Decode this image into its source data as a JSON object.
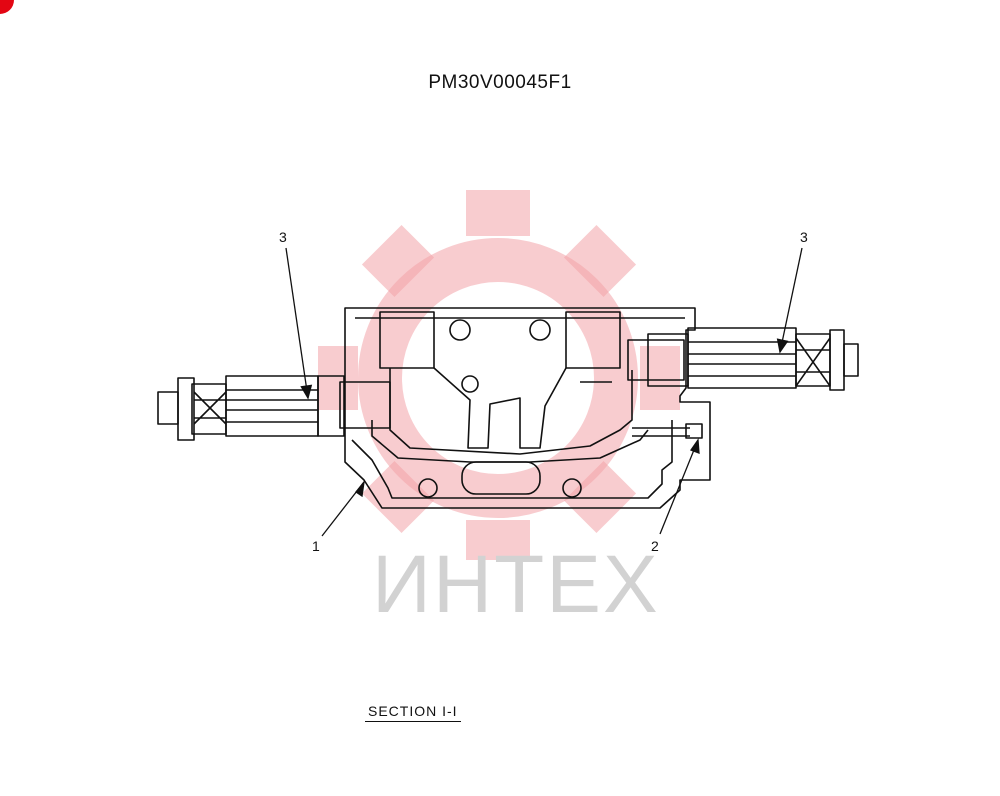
{
  "drawing": {
    "part_number": "PM30V00045F1",
    "section_label": "SECTION I-I",
    "callouts": [
      "3",
      "3",
      "1",
      "2"
    ]
  },
  "watermark": {
    "text": "ИНТЕХ",
    "color": "#e30613",
    "icon": "gear-logo-icon"
  },
  "colors": {
    "line": "#111111",
    "watermark_logo": "#f3a3a8",
    "watermark_text": "#d2d2d2"
  }
}
